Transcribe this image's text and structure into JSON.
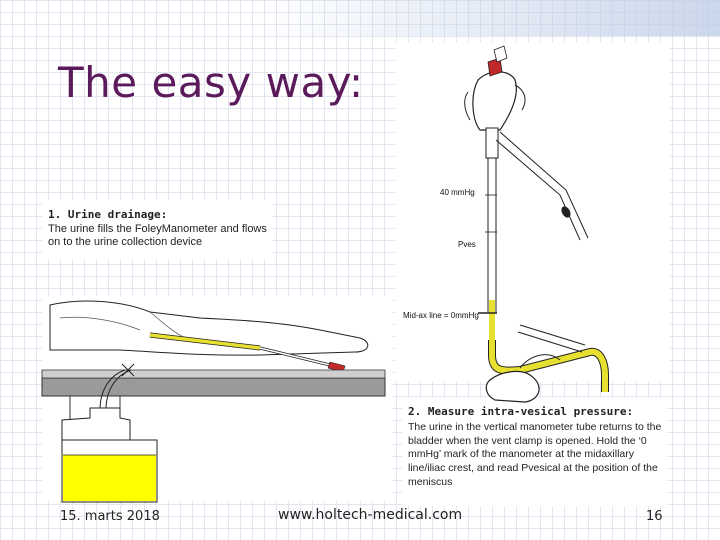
{
  "slide": {
    "title": "The easy way:",
    "step1": {
      "heading": "1. Urine drainage:",
      "text": "The urine fills the FoleyManometer and flows on to the urine collection device"
    },
    "step2": {
      "heading": "2. Measure intra-vesical pressure:",
      "text": "The urine in the vertical manometer tube returns to the bladder when the vent clamp is opened. Hold the ‘0 mmHg’ mark of the manometer at the midaxillary line/iliac crest, and read Pvesical at the position of the meniscus"
    },
    "labels": {
      "mmhg40": "40 mmHg",
      "pves": "Pves",
      "midax": "Mid-ax line = 0mmHg"
    },
    "footer": {
      "date": "15. marts 2018",
      "url": "www.holtech-medical.com",
      "page": "16"
    }
  },
  "colors": {
    "title": "#5b1a5b",
    "urine": "#e8e030",
    "clamp": "#c0282a"
  }
}
